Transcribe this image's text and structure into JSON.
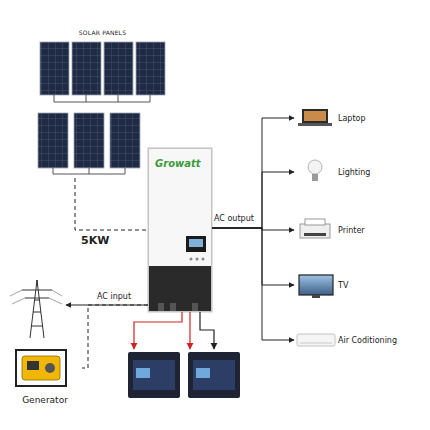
{
  "diagram": {
    "nodes": [
      {
        "text": [
          "SOLAR PANELS"
        ]
      },
      {
        "text": [
          "Growatt"
        ]
      },
      {
        "text": [
          "Laptop"
        ]
      },
      {
        "text": [
          "Lighting"
        ]
      },
      {
        "text": [
          "Printer"
        ]
      },
      {
        "text": [
          "TV"
        ]
      },
      {
        "text": [
          "Air Coditioning"
        ]
      },
      {
        "text": [
          "Generator"
        ]
      }
    ],
    "edges": [
      {
        "from": 0,
        "to": 1,
        "label": "5KW",
        "arrow": "none"
      },
      {
        "from": 1,
        "to": 2,
        "arrow": "to"
      },
      {
        "from": 1,
        "to": 3,
        "arrow": "to"
      },
      {
        "from": 1,
        "to": 4,
        "arrow": "to"
      },
      {
        "from": 1,
        "to": 5,
        "arrow": "to"
      },
      {
        "from": 1,
        "to": 6,
        "arrow": "to"
      },
      {
        "from": 1,
        "to": 7,
        "label": "AC input",
        "arrow": "none"
      }
    ],
    "labels": [
      "AC output"
    ]
  }
}
